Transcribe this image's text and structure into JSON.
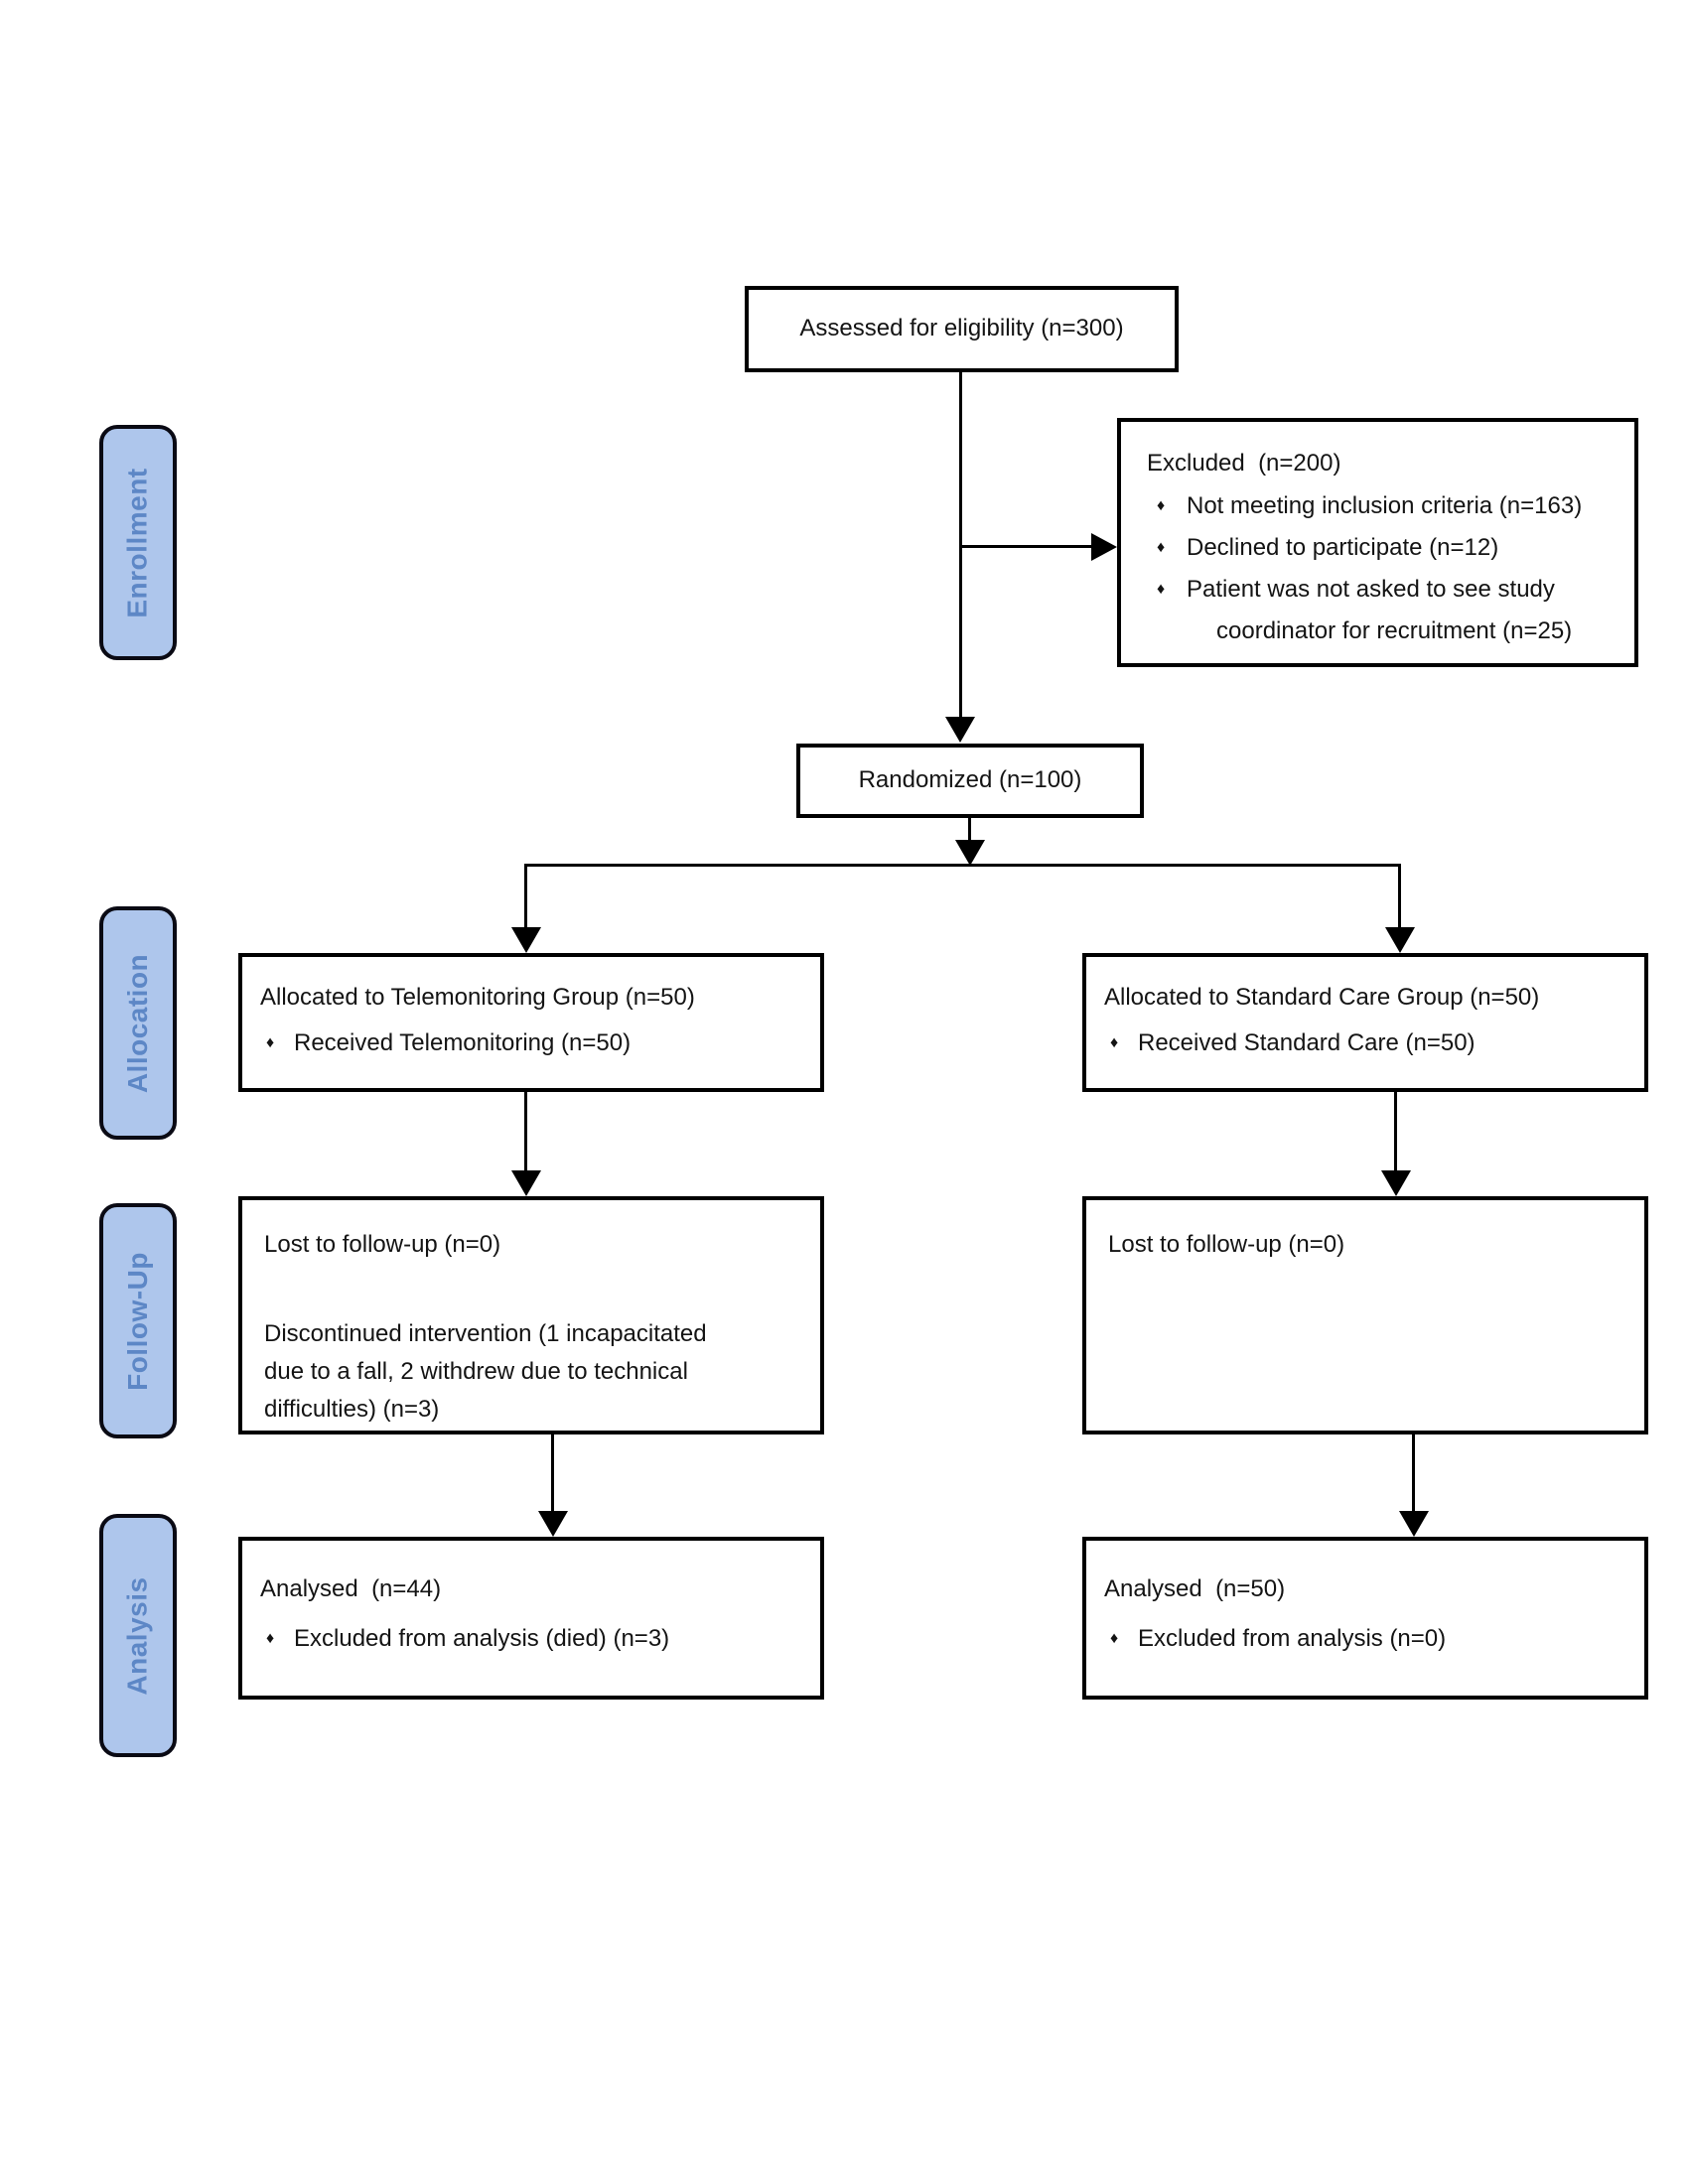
{
  "stages": {
    "enrollment": "Enrollment",
    "allocation": "Allocation",
    "follow_up": "Follow-Up",
    "analysis": "Analysis"
  },
  "bullet_glyph": "♦",
  "boxes": {
    "assessed": {
      "text": "Assessed for eligibility (n=300)"
    },
    "excluded": {
      "title": "Excluded  (n=200)",
      "bullets": [
        "Not meeting inclusion criteria (n=163)",
        "Declined to participate (n=12)",
        "Patient was not asked to see study coordinator for recruitment (n=25)"
      ]
    },
    "randomized": {
      "text": "Randomized (n=100)"
    },
    "allocation_left": {
      "title": "Allocated to Telemonitoring Group (n=50)",
      "bullet": "Received Telemonitoring (n=50)"
    },
    "allocation_right": {
      "title": "Allocated to Standard Care Group (n=50)",
      "bullet": "Received Standard Care (n=50)"
    },
    "followup_left": {
      "line1": "Lost to follow-up (n=0)",
      "line2": "Discontinued intervention (1 incapacitated due to a fall, 2 withdrew due to technical difficulties) (n=3)"
    },
    "followup_right": {
      "line1": "Lost to follow-up (n=0)"
    },
    "analysis_left": {
      "title": "Analysed  (n=44)",
      "bullet": "Excluded from analysis (died) (n=3)"
    },
    "analysis_right": {
      "title": "Analysed  (n=50)",
      "bullet": "Excluded from analysis (n=0)"
    }
  },
  "colors": {
    "stage_fill": "#aec6ec",
    "stage_text": "#5d87c6",
    "stage_border": "#0a0a14",
    "box_border": "#000000",
    "arrow": "#000000"
  }
}
